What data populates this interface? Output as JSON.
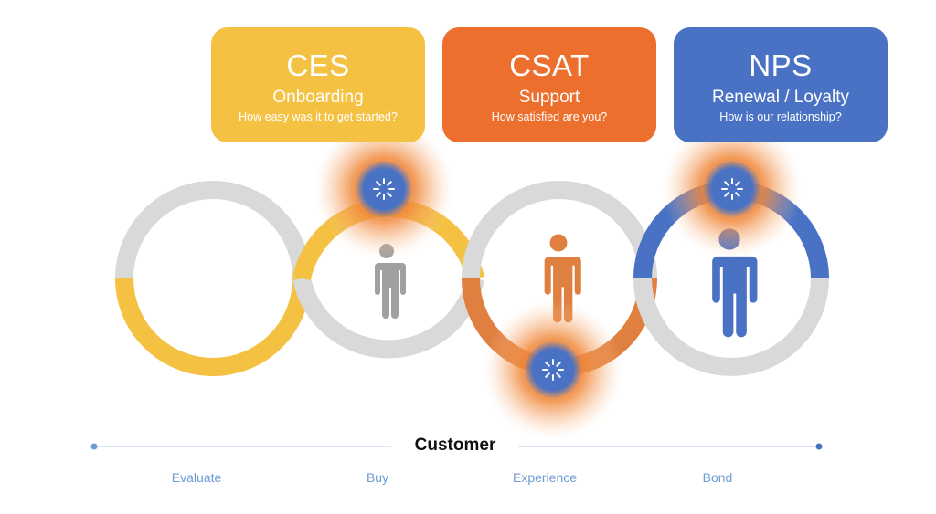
{
  "colors": {
    "ces": "#f4c142",
    "csat": "#ed6f2d",
    "csat_ring": "#e08040",
    "nps": "#4a72c4",
    "ring_gray": "#d9d9d9",
    "figure_gray": "#a0a0a0",
    "glow": "#f0883a",
    "timeline": "#dbe4f3",
    "stage_text": "#6f9bd3"
  },
  "cards": [
    {
      "id": "ces",
      "metric": "CES",
      "stage": "Onboarding",
      "question": "How easy was it to get started?"
    },
    {
      "id": "csat",
      "metric": "CSAT",
      "stage": "Support",
      "question": "How satisfied are you?"
    },
    {
      "id": "nps",
      "metric": "NPS",
      "stage": "Renewal / Loyalty",
      "question": "How is our relationship?"
    }
  ],
  "timeline": {
    "title": "Customer",
    "stages": [
      "Evaluate",
      "Buy",
      "Experience",
      "Bond"
    ]
  },
  "touchpoint_icons": [
    "loading-spinner-icon",
    "loading-spinner-icon",
    "loading-spinner-icon"
  ],
  "figures": [
    "person-icon-gray",
    "person-icon-orange",
    "person-icon-blue"
  ]
}
